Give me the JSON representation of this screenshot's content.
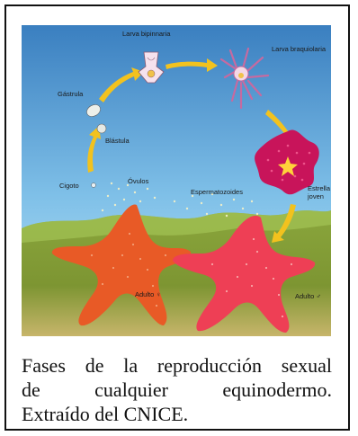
{
  "diagram": {
    "colors": {
      "water_top": "#3a7fc0",
      "water_bottom": "#b8e2f6",
      "seabed": "#7f9b34",
      "arrow": "#f2c21e",
      "female_star": "#e85a26",
      "male_star": "#ee3f55",
      "juvenile_star": "#c8145a"
    },
    "labels": {
      "larva_bipinnaria": "Larva bipinnaria",
      "larva_braquiolaria": "Larva braquiolaria",
      "gastrula": "Gástrula",
      "blastula": "Blástula",
      "cigoto": "Cigoto",
      "ovulos": "Óvulos",
      "espermatozoides": "Espermatozoides",
      "estrella_joven_1": "Estrella",
      "estrella_joven_2": "joven",
      "adulto_hembra": "Adulto ♀",
      "adulto_macho": "Adulto ♂"
    }
  },
  "caption": {
    "line1": "Fases de la reproducción sexual",
    "line2": "de cualquier equinodermo.",
    "line3": "Extraído del CNICE."
  }
}
